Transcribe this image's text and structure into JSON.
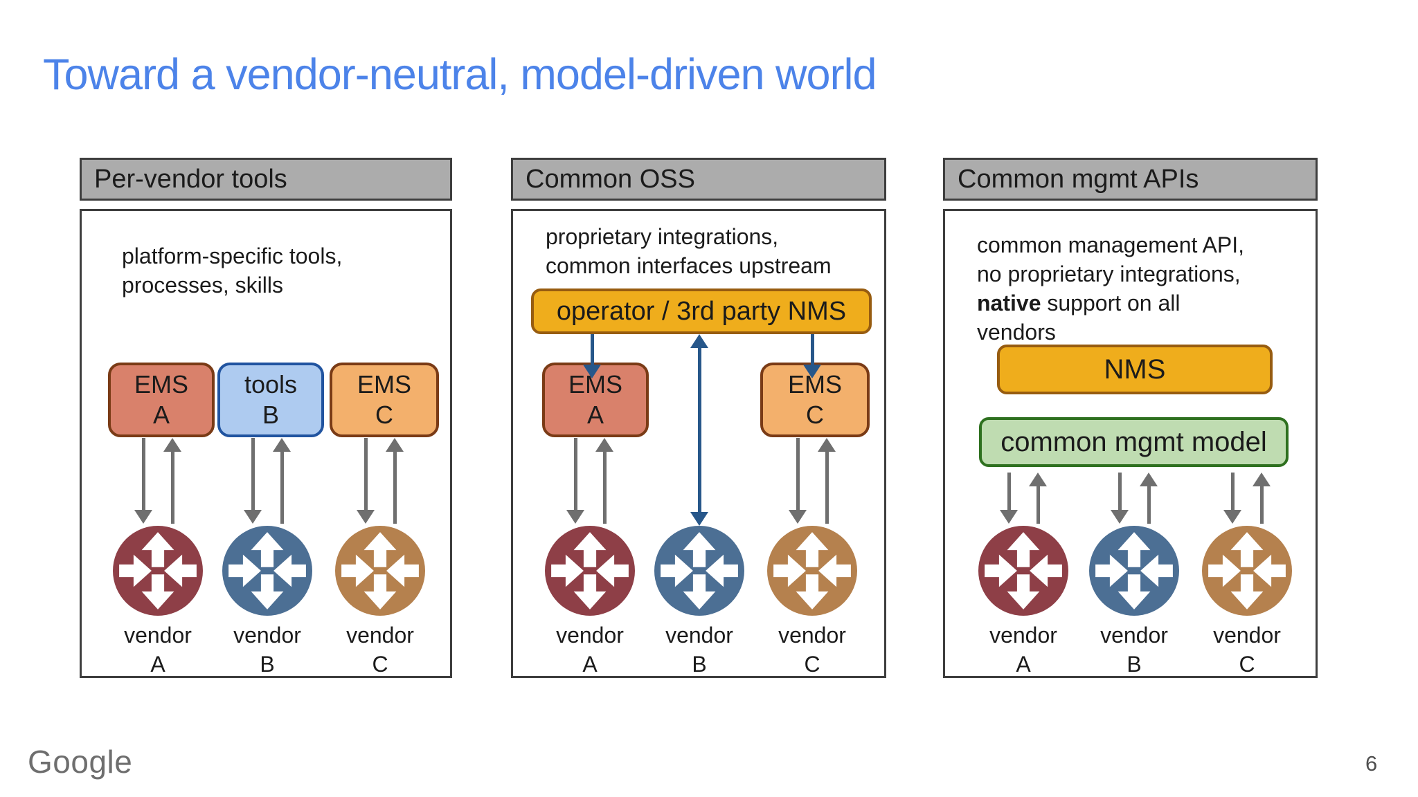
{
  "slide": {
    "title": "Toward a vendor-neutral, model-driven world",
    "footer_logo": "Google",
    "page_number": "6"
  },
  "colors": {
    "title_blue": "#4c83e9",
    "header_gray": "#acacac",
    "panel_border": "#3e3e3e",
    "ems_a_fill": "#d9816b",
    "ems_a_border": "#7a3b16",
    "tools_b_fill": "#aecbf0",
    "tools_b_border": "#2154a0",
    "ems_c_fill": "#f3b06c",
    "ems_c_border": "#7a3b16",
    "nms_fill": "#efad1c",
    "nms_border": "#975c10",
    "model_fill": "#bfdcb1",
    "model_border": "#2e701f",
    "router_a": "#8e3f47",
    "router_b": "#4c6f94",
    "router_c": "#b5814e",
    "arrow_gray": "#6f6f6f",
    "arrow_blue": "#27578a"
  },
  "icons": {
    "router": "router-four-arrow-circle (white up/down outward arrows, left/right inward arrows on colored circle)"
  },
  "panels": [
    {
      "header": "Per-vendor tools",
      "desc_line1": "platform-specific tools,",
      "desc_line2": "processes, skills",
      "boxes": [
        {
          "line1": "EMS",
          "line2": "A"
        },
        {
          "line1": "tools",
          "line2": "B"
        },
        {
          "line1": "EMS",
          "line2": "C"
        }
      ],
      "vendors": [
        {
          "name": "vendor",
          "letter": "A"
        },
        {
          "name": "vendor",
          "letter": "B"
        },
        {
          "name": "vendor",
          "letter": "C"
        }
      ]
    },
    {
      "header": "Common OSS",
      "desc_line1": "proprietary integrations,",
      "desc_line2": "common interfaces upstream",
      "nms_label": "operator / 3rd party NMS",
      "boxes": [
        {
          "line1": "EMS",
          "line2": "A"
        },
        {
          "line1": "EMS",
          "line2": "C"
        }
      ],
      "vendors": [
        {
          "name": "vendor",
          "letter": "A"
        },
        {
          "name": "vendor",
          "letter": "B"
        },
        {
          "name": "vendor",
          "letter": "C"
        }
      ]
    },
    {
      "header": "Common mgmt APIs",
      "desc_line1": "common management API,",
      "desc_line2": "no proprietary integrations,",
      "desc_bold": "native",
      "desc_line3_rest": " support on all",
      "desc_line4": "vendors",
      "nms_label": "NMS",
      "model_label": "common mgmt model",
      "vendors": [
        {
          "name": "vendor",
          "letter": "A"
        },
        {
          "name": "vendor",
          "letter": "B"
        },
        {
          "name": "vendor",
          "letter": "C"
        }
      ]
    }
  ]
}
